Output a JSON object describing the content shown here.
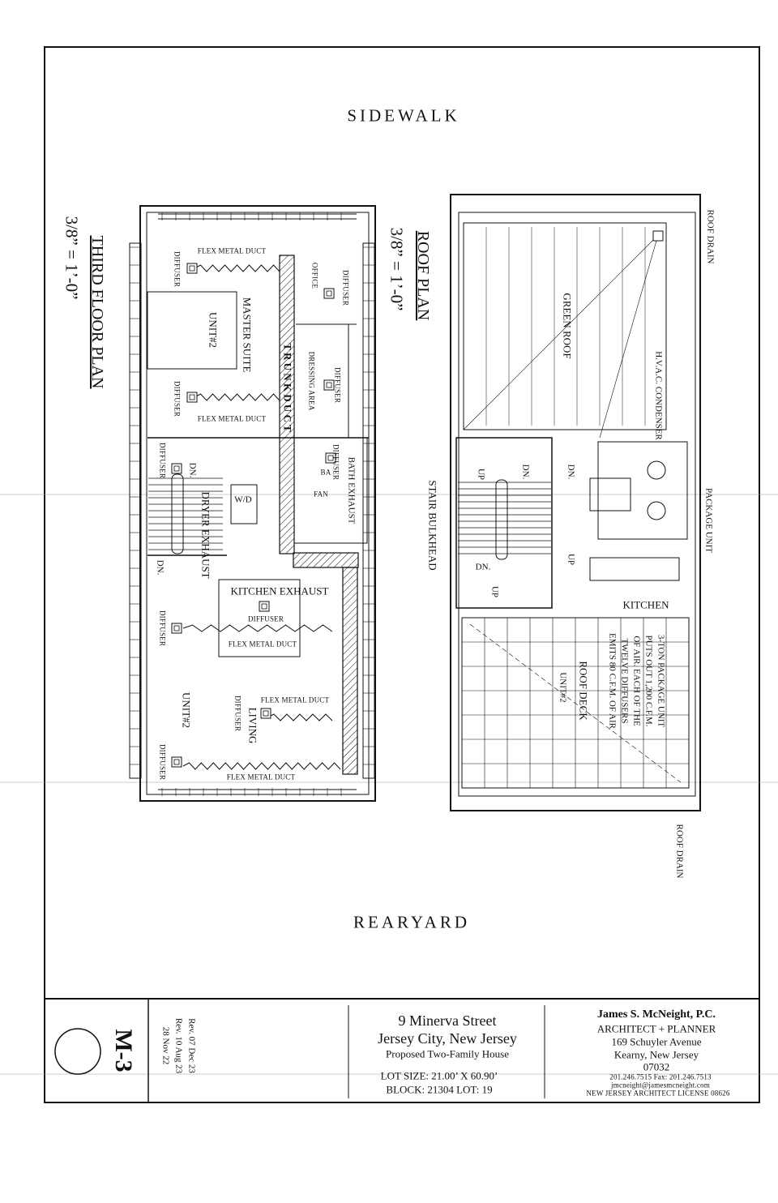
{
  "site": {
    "top_label": "SIDEWALK",
    "bottom_label": "REARYARD"
  },
  "third_floor": {
    "title": "THIRD FLOOR PLAN",
    "scale": "3/8” = 1’-0”",
    "labels": {
      "flex_duct": "FLEX METAL DUCT",
      "diffuser": "DIFFUSER",
      "master_suite": "MASTER SUITE",
      "unit": "UNIT#2",
      "trunk_duct": "T R U N K   D U C T",
      "office": "OFFICE",
      "dressing_area": "DRESSING AREA",
      "bath_exhaust": "BATH EXHAUST",
      "dryer_exhaust": "DRYER EXHAUST",
      "wd": "W/D",
      "dn": "DN.",
      "kitchen_exhaust": "KITCHEN EXHAUST",
      "living": "LIVING",
      "bath": "BA",
      "fan": "FAN"
    }
  },
  "roof": {
    "title": "ROOF PLAN",
    "scale": "3/8” = 1’-0”",
    "labels": {
      "roof_drain": "ROOF DRAIN",
      "green_roof": "GREEN ROOF",
      "hvac_condenser": "H.V.A.C. CONDENSER",
      "package_unit": "PACKAGE UNIT",
      "stair_bulkhead": "STAIR BULKHEAD",
      "up": "UP",
      "dn": "DN.",
      "kitchen": "KITCHEN",
      "roof_deck": "ROOF DECK",
      "unit": "UNIT#2",
      "note_lines": [
        "3-TON PACKAGE UNIT",
        "PUTS OUT 1,200 C.F.M.",
        "OF AIR. EACH OF THE",
        "TWELVE DIFFUSERS",
        "EMITS 80 C.F.M. OF AIR"
      ]
    }
  },
  "title_block": {
    "sheet_number": "M-3",
    "revisions": [
      "Rev. 07 Dec 23",
      "Rev. 10 Aug 23",
      "28 Nov 22"
    ],
    "project": {
      "street": "9 Minerva Street",
      "city": "Jersey City, New Jersey",
      "description": "Proposed Two-Family House",
      "lot_size": "LOT SIZE: 21.00’ X 60.90’",
      "block_lot": "BLOCK: 21304  LOT: 19"
    },
    "architect": {
      "name": "James S. McNeight, P.C.",
      "role": "ARCHITECT + PLANNER",
      "address1": "169 Schuyler Avenue",
      "address2": "Kearny, New Jersey",
      "zip": "07032",
      "phone": "201.246.7515 Fax: 201.246.7513",
      "email": "jmcneight@jamesmcneight.com",
      "license": "NEW JERSEY ARCHITECT LICENSE 08626"
    }
  }
}
